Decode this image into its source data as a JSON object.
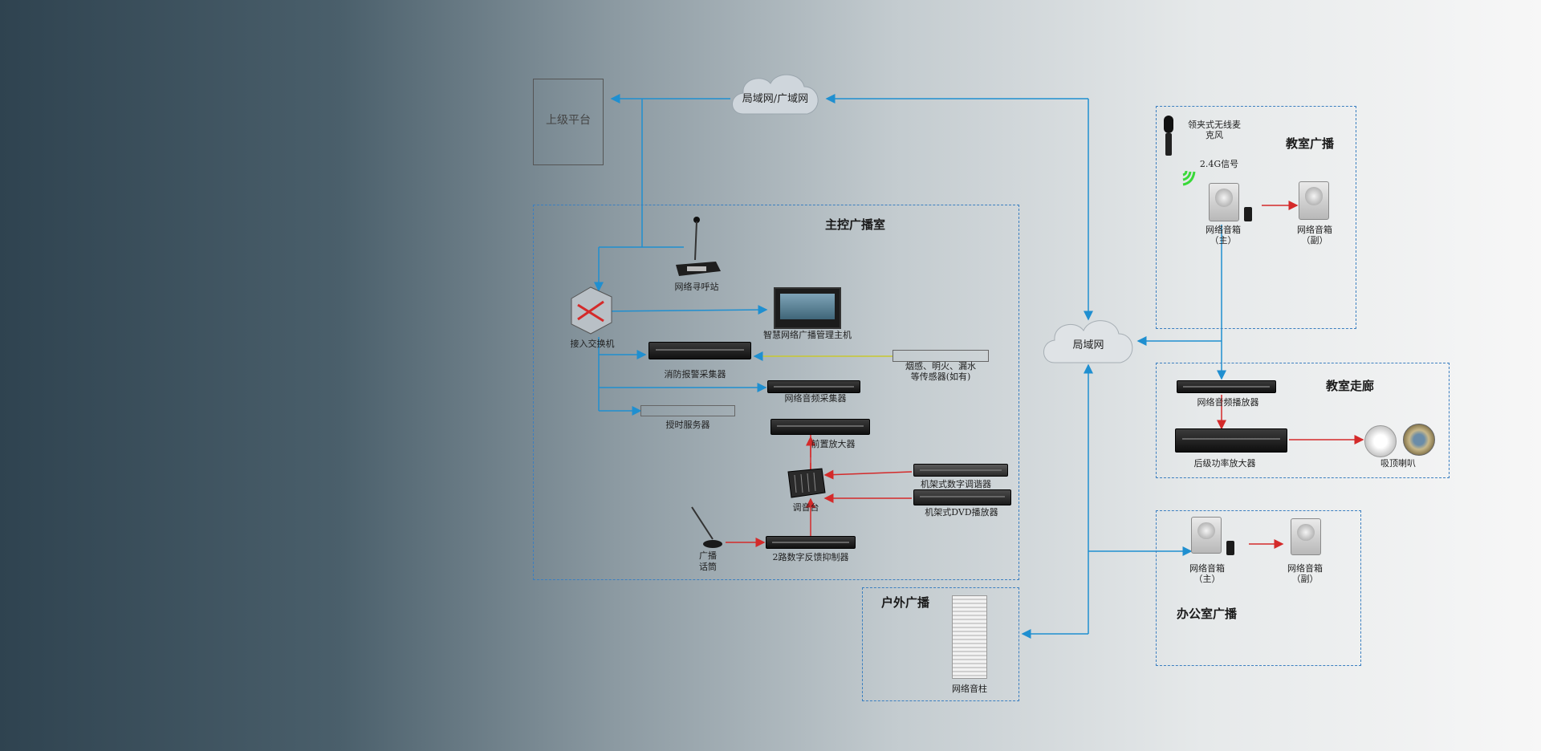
{
  "nodes": {
    "upper_platform": "上级平台",
    "lan_wan": "局域网/广域网",
    "lan": "局域网",
    "paging_station": "网络寻呼站",
    "mgmt_host": "智慧网络广播管理主机",
    "access_switch": "接入交换机",
    "fire_alarm": "消防报警采集器",
    "sensors_line1": "烟感、明火、漏水",
    "sensors_line2": "等传感器(如有)",
    "audio_collector": "网络音频采集器",
    "time_server": "授时服务器",
    "preamp": "前置放大器",
    "tuner": "机架式数字调谐器",
    "mixer": "调音台",
    "dvd": "机架式DVD播放器",
    "broadcast_mic_line1": "广播",
    "broadcast_mic_line2": "话筒",
    "feedback_suppressor": "2路数字反馈抑制器",
    "outdoor_column": "网络音柱",
    "lapel_mic_line1": "领夹式无线麦",
    "lapel_mic_line2": "克风",
    "signal_24g": "2.4G信号",
    "speaker_main": "网络音箱",
    "speaker_main_sub": "（主）",
    "speaker_sub": "网络音箱",
    "speaker_sub_sub": "（副）",
    "corridor_player": "网络音频播放器",
    "power_amp": "后级功率放大器",
    "ceiling_speaker": "吸顶喇叭"
  },
  "zones": {
    "master_room": "主控广播室",
    "outdoor": "户外广播",
    "classroom": "教室广播",
    "corridor": "教室走廊",
    "office": "办公室广播"
  },
  "colors": {
    "network_line": "#1f8fd0",
    "audio_line": "#d42a2a",
    "sensor_line": "#c8c830",
    "zone_border": "#3b7fc0",
    "signal": "#39d939"
  }
}
